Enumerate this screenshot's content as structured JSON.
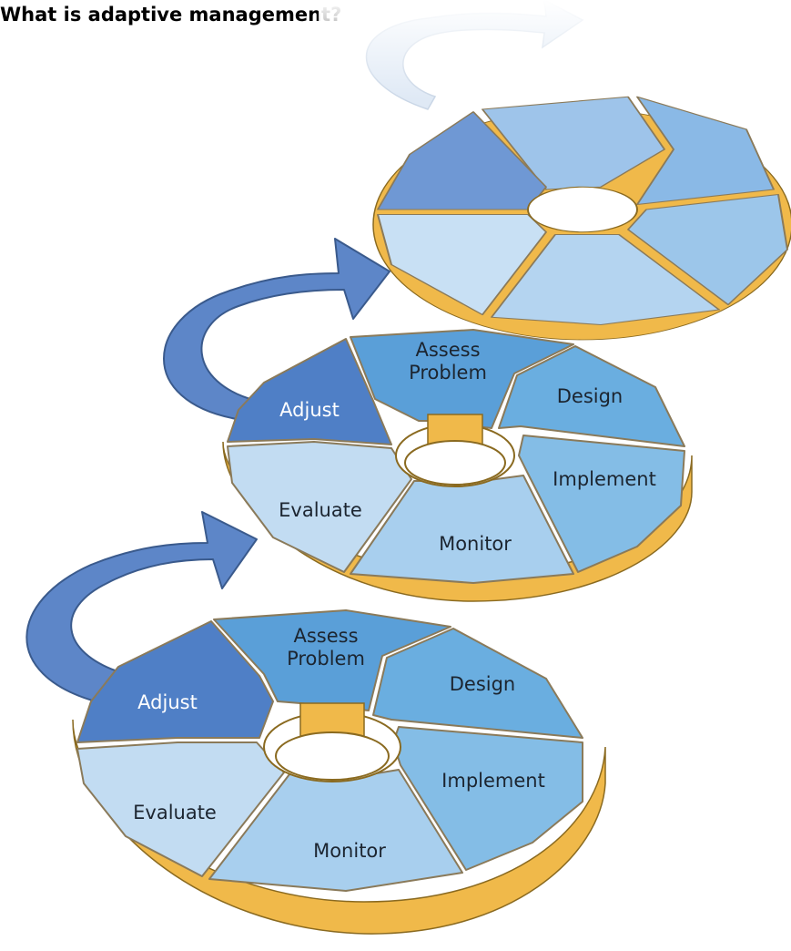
{
  "title": "What is adaptive management?",
  "cycles": [
    {
      "steps": {
        "assess": "Assess\nProblem",
        "design": "Design",
        "implement": "Implement",
        "monitor": "Monitor",
        "evaluate": "Evaluate",
        "adjust": "Adjust"
      }
    },
    {
      "steps": {
        "assess": "Assess\nProblem",
        "design": "Design",
        "implement": "Implement",
        "monitor": "Monitor",
        "evaluate": "Evaluate",
        "adjust": "Adjust"
      }
    },
    {
      "steps": {
        "assess": "",
        "design": "",
        "implement": "",
        "monitor": "",
        "evaluate": "",
        "adjust": ""
      }
    }
  ],
  "colors": {
    "assess": "#5a9fd8",
    "design": "#6aaee0",
    "implement": "#84bde6",
    "monitor": "#a8cfee",
    "evaluate": "#c2dcf2",
    "adjust": "#4f7fc6",
    "side": "#f0b94a",
    "arrow": "#5d86c8"
  }
}
